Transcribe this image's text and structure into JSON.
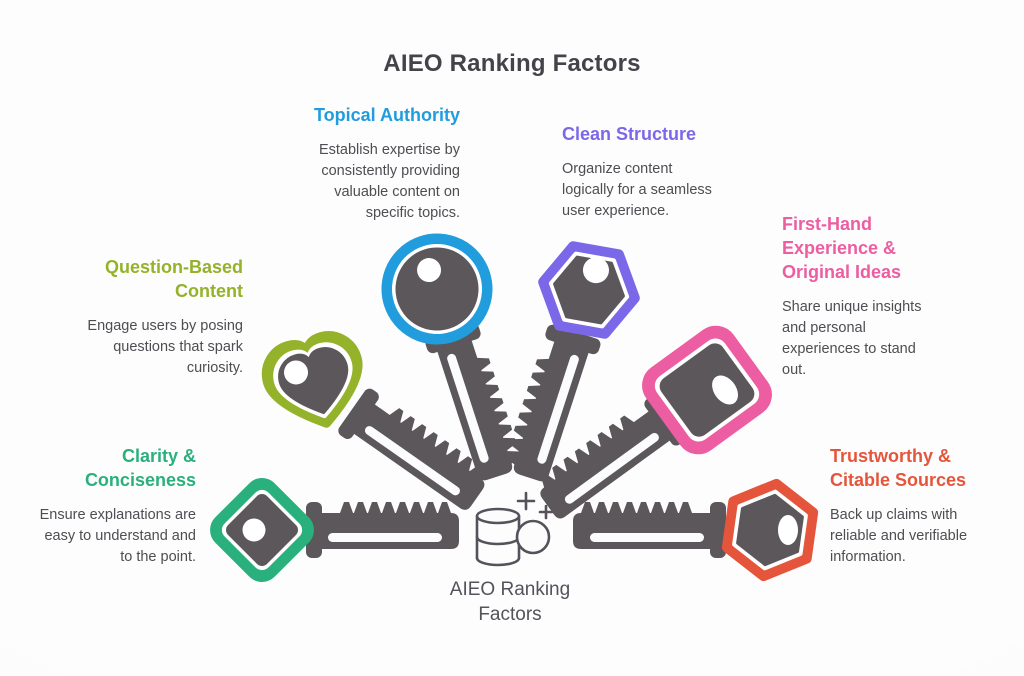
{
  "title": "AIEO Ranking Factors",
  "center": {
    "icon": "database-sparkle-icon",
    "label": "AIEO Ranking Factors"
  },
  "colors": {
    "key_metal": "#5b575b",
    "background": "#fcfcfc"
  },
  "factors": [
    {
      "id": "topical-authority",
      "label": "Topical Authority",
      "description": "Establish expertise by consistently providing valuable content on specific topics.",
      "color": "#219ddd",
      "key_head": "circle"
    },
    {
      "id": "clean-structure",
      "label": "Clean Structure",
      "description": "Organize content logically for a seamless user experience.",
      "color": "#7b68e9",
      "key_head": "hexagon"
    },
    {
      "id": "first-hand-experience",
      "label": "First-Hand Experience & Original Ideas",
      "description": "Share unique insights and personal experiences to stand out.",
      "color": "#ec5da2",
      "key_head": "rounded-square"
    },
    {
      "id": "question-based-content",
      "label": "Question-Based Content",
      "description": "Engage users by posing questions that spark curiosity.",
      "color": "#94b22a",
      "key_head": "heart"
    },
    {
      "id": "clarity-conciseness",
      "label": "Clarity & Conciseness",
      "description": "Ensure explanations are easy to understand and to the point.",
      "color": "#2ab07c",
      "key_head": "diamond"
    },
    {
      "id": "trustworthy-sources",
      "label": "Trustworthy & Citable Sources",
      "description": "Back up claims with reliable and verifiable information.",
      "color": "#e5553b",
      "key_head": "hexagon"
    }
  ]
}
